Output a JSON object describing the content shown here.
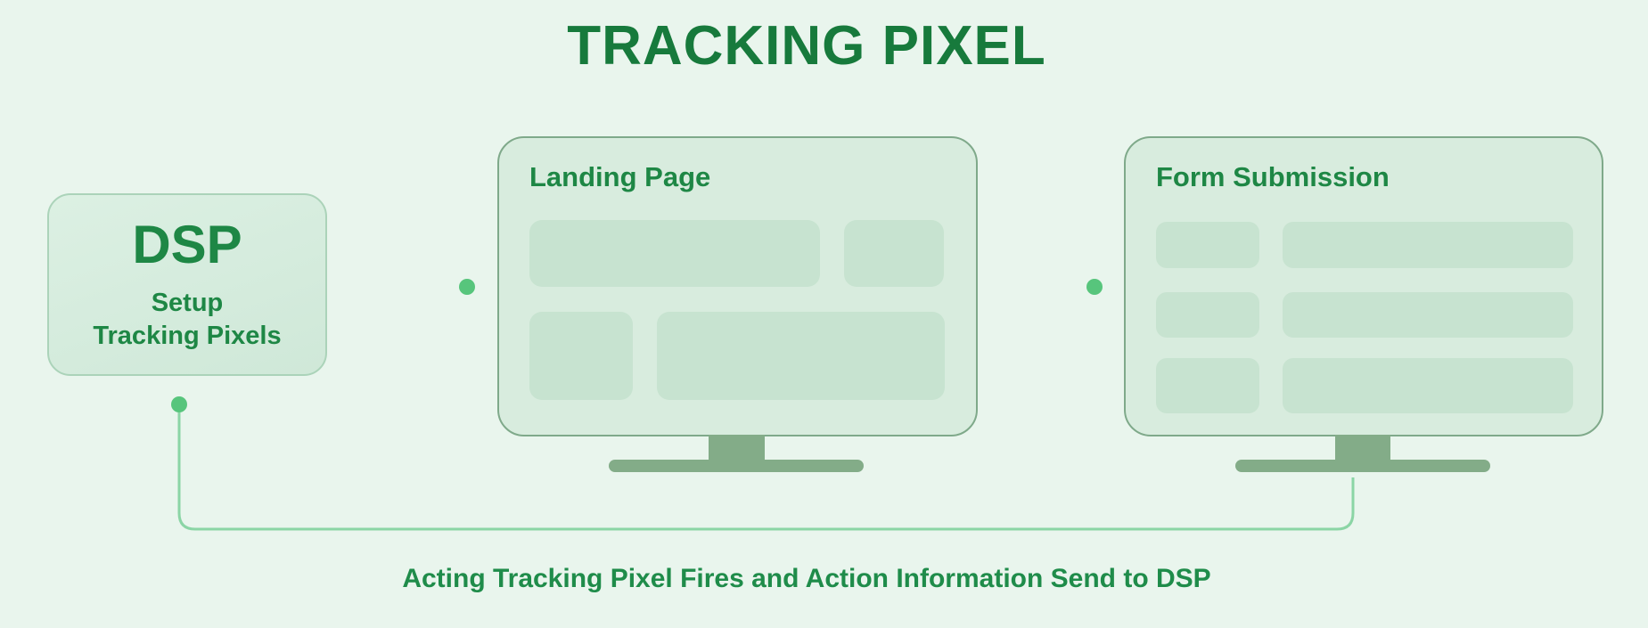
{
  "title": "TRACKING PIXEL",
  "dsp": {
    "label": "DSP",
    "subtitle_line1": "Setup",
    "subtitle_line2": "Tracking Pixels"
  },
  "landing_page": {
    "title": "Landing Page"
  },
  "form_submission": {
    "title": "Form Submission"
  },
  "caption": "Acting Tracking Pixel Fires and Action Information Send to DSP",
  "colors": {
    "background": "#e9f5ed",
    "panel_fill": "#d8ecde",
    "panel_border": "#7fa98a",
    "block_fill": "#c7e3d0",
    "dsp_fill_top": "#dcf0e3",
    "dsp_fill_bottom": "#cfe8d8",
    "dsp_border": "#abd3b9",
    "stand": "#83ac88",
    "dot": "#57c57c",
    "line_start": "#cdebd8",
    "line_end": "#68cc8e",
    "line_loop": "#8bd5a5",
    "heading_text": "#177a3c",
    "node_text": "#1e8745",
    "caption_text": "#1f8c4a"
  }
}
